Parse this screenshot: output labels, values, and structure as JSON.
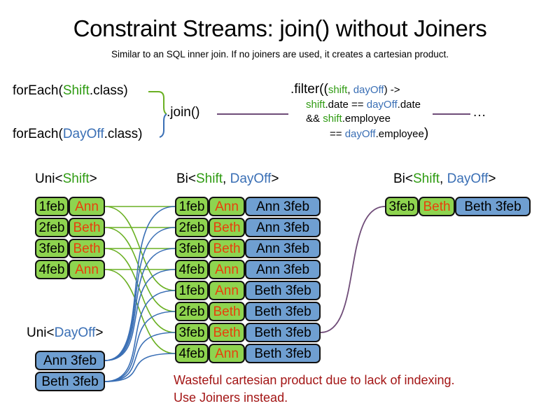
{
  "slide": {
    "title": "Constraint Streams: join() without Joiners",
    "subtitle": "Similar to an SQL inner join. If no joiners are used, it creates a cartesian product.",
    "warning_line1": "Wasteful cartesian product due to lack of indexing.",
    "warning_line2": "Use Joiners instead."
  },
  "colors": {
    "shift_green": "#2f9b12",
    "dayoff_blue": "#3a6fb5",
    "card_green": "#8ed44f",
    "card_blue": "#6f9fd1",
    "name_orange": "#e8400c",
    "warning_red": "#a31515",
    "wire_green": "#6ab023",
    "wire_blue": "#3a6fb5",
    "wire_purple": "#6f4c78"
  },
  "code": {
    "forEach_shift": {
      "prefix": "forEach(",
      "type": "Shift",
      "suffix": ".class)"
    },
    "forEach_dayoff": {
      "prefix": "forEach(",
      "type": "DayOff",
      "suffix": ".class)"
    },
    "join_label": ".join()",
    "ellipsis": "...",
    "filter": {
      "line1_a": ".filter((",
      "line1_shift": "shift",
      "line1_comma": ", ",
      "line1_dayoff": "dayOff",
      "line1_b": ") ->",
      "line2_shift": "shift",
      "line2_mid": ".date == ",
      "line2_dayoff": "dayOff",
      "line2_end": ".date",
      "line3_amp": "&& ",
      "line3_shift": "shift",
      "line3_end": ".employee",
      "line4_eq": "== ",
      "line4_dayoff": "dayOff",
      "line4_end": ".employee",
      "line4_paren": ")"
    }
  },
  "labels": {
    "uni_shift": {
      "prefix": "Uni<",
      "type": "Shift",
      "suffix": ">"
    },
    "uni_dayoff": {
      "prefix": "Uni<",
      "type": "DayOff",
      "suffix": ">"
    },
    "bi_mid": {
      "prefix": "Bi<",
      "type1": "Shift",
      "sep": ", ",
      "type2": "DayOff",
      "suffix": ">"
    },
    "bi_right": {
      "prefix": "Bi<",
      "type1": "Shift",
      "sep": ", ",
      "type2": "DayOff",
      "suffix": ">"
    }
  },
  "uni_shift_rows": [
    {
      "date": "1feb",
      "employee": "Ann"
    },
    {
      "date": "2feb",
      "employee": "Beth"
    },
    {
      "date": "3feb",
      "employee": "Beth"
    },
    {
      "date": "4feb",
      "employee": "Ann"
    }
  ],
  "uni_dayoff_rows": [
    {
      "text": "Ann 3feb"
    },
    {
      "text": "Beth 3feb"
    }
  ],
  "bi_rows": [
    {
      "date": "1feb",
      "employee": "Ann",
      "dayoff": "Ann 3feb"
    },
    {
      "date": "2feb",
      "employee": "Beth",
      "dayoff": "Ann 3feb"
    },
    {
      "date": "3feb",
      "employee": "Beth",
      "dayoff": "Ann 3feb"
    },
    {
      "date": "4feb",
      "employee": "Ann",
      "dayoff": "Ann 3feb"
    },
    {
      "date": "1feb",
      "employee": "Ann",
      "dayoff": "Beth 3feb"
    },
    {
      "date": "2feb",
      "employee": "Beth",
      "dayoff": "Beth 3feb"
    },
    {
      "date": "3feb",
      "employee": "Beth",
      "dayoff": "Beth 3feb"
    },
    {
      "date": "4feb",
      "employee": "Ann",
      "dayoff": "Beth 3feb"
    }
  ],
  "result_rows": [
    {
      "date": "3feb",
      "employee": "Beth",
      "dayoff": "Beth 3feb"
    }
  ]
}
